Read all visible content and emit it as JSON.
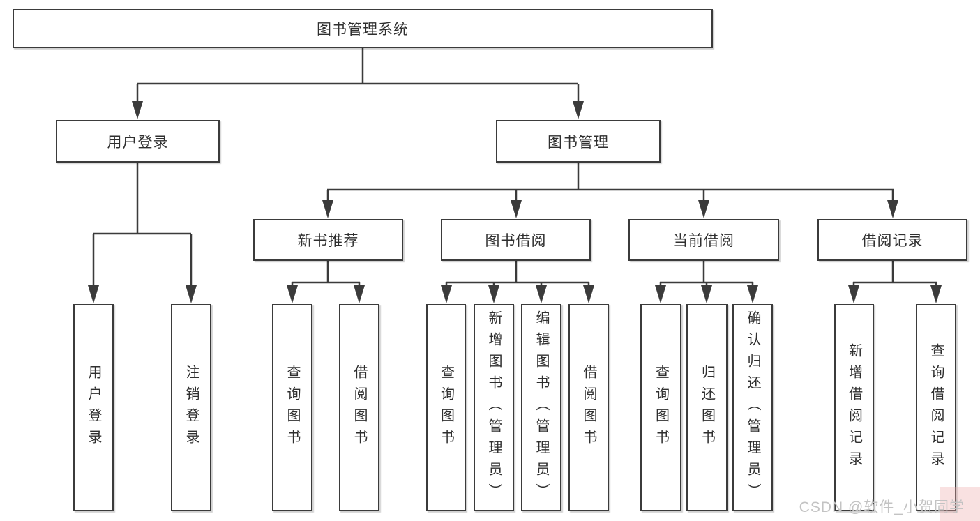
{
  "tree": {
    "label": "图书管理系统",
    "children": [
      {
        "label": "用户登录",
        "children": [
          {
            "label": "用户登录"
          },
          {
            "label": "注销登录"
          }
        ]
      },
      {
        "label": "图书管理",
        "children": [
          {
            "label": "新书推荐",
            "children": [
              {
                "label": "查询图书"
              },
              {
                "label": "借阅图书"
              }
            ]
          },
          {
            "label": "图书借阅",
            "children": [
              {
                "label": "查询图书"
              },
              {
                "label": "新增图书（管理员）"
              },
              {
                "label": "编辑图书（管理员）"
              },
              {
                "label": "借阅图书"
              }
            ]
          },
          {
            "label": "当前借阅",
            "children": [
              {
                "label": "查询图书"
              },
              {
                "label": "归还图书"
              },
              {
                "label": "确认归还（管理员）"
              }
            ]
          },
          {
            "label": "借阅记录",
            "children": [
              {
                "label": "新增借阅记录"
              },
              {
                "label": "查询借阅记录"
              }
            ]
          }
        ]
      }
    ]
  },
  "watermark": {
    "text": "CSDN @软件_小贺同学"
  },
  "colors": {
    "line": "#3b3b3b",
    "text": "#2f2f2f",
    "box_background": "#ffffff",
    "watermark_text": "#c3c3c3",
    "watermark_accent": "#eeaaaa"
  }
}
